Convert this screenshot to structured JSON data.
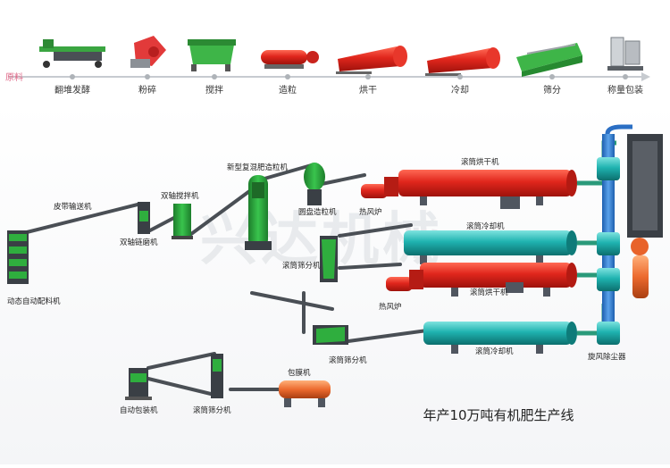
{
  "process_strip": {
    "start_label": "原料",
    "steps": [
      {
        "label": "翻堆发酵",
        "icon": "turner-machine-icon"
      },
      {
        "label": "粉碎",
        "icon": "crusher-icon"
      },
      {
        "label": "搅拌",
        "icon": "mixer-icon"
      },
      {
        "label": "造粒",
        "icon": "granulator-icon"
      },
      {
        "label": "烘干",
        "icon": "dryer-drum-icon"
      },
      {
        "label": "冷却",
        "icon": "cooler-drum-icon"
      },
      {
        "label": "筛分",
        "icon": "screener-icon"
      },
      {
        "label": "称量包装",
        "icon": "packing-scale-icon"
      }
    ]
  },
  "watermark": "兴达机械",
  "equipment": {
    "dynamic_batching": "动态自动配料机",
    "belt_conveyor": "皮带输送机",
    "chain_mill": "双轴链磨机",
    "double_shaft_mixer": "双轴搅拌机",
    "new_granulator": "新型复混肥造粒机",
    "disc_granulator": "圆盘造粒机",
    "hot_stove_1": "热风炉",
    "drum_dryer_1": "滚筒烘干机",
    "drum_cooler_1": "滚筒冷却机",
    "drum_screener_1": "滚筒筛分机",
    "drum_dryer_2": "滚筒烘干机",
    "hot_stove_2": "热风炉",
    "drum_cooler_2": "滚筒冷却机",
    "cyclone": "旋风除尘器",
    "drum_screener_2": "滚筒筛分机",
    "coating": "包膜机",
    "drum_screener_3": "滚筒筛分机",
    "auto_packing": "自动包装机"
  },
  "caption": "年产10万吨有机肥生产线",
  "colors": {
    "dryer_red": "#d8231c",
    "cooler_teal": "#1aa8a8",
    "equipment_green": "#27a83b",
    "coating_orange": "#e8632a",
    "frame_dark": "#454a50"
  }
}
